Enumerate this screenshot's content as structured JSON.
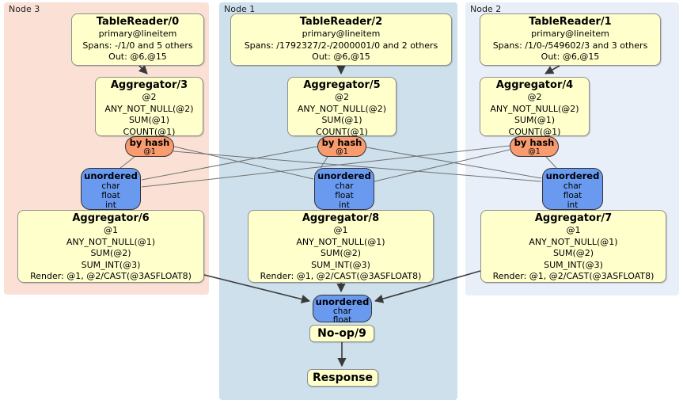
{
  "colors": {
    "node3_bg": "#fbe1d5",
    "node1_bg": "#cde0ec",
    "node2_bg": "#e9eff8",
    "processor_fill": "#ffffcc",
    "router_fill": "#f89b6e",
    "sync_fill": "#699af0",
    "edge": "#3a3a3a"
  },
  "regions": [
    {
      "label": "Node 3"
    },
    {
      "label": "Node 1"
    },
    {
      "label": "Node 2"
    }
  ],
  "processors": {
    "tablereader0": {
      "title": "TableReader/0",
      "lines": [
        "primary@lineitem",
        "Spans: -/1/0 and 5 others",
        "Out: @6,@15"
      ]
    },
    "tablereader2": {
      "title": "TableReader/2",
      "lines": [
        "primary@lineitem",
        "Spans: /1792327/2-/2000001/0 and 2 others",
        "Out: @6,@15"
      ]
    },
    "tablereader1": {
      "title": "TableReader/1",
      "lines": [
        "primary@lineitem",
        "Spans: /1/0-/549602/3 and 3 others",
        "Out: @6,@15"
      ]
    },
    "aggregator3": {
      "title": "Aggregator/3",
      "lines": [
        "@2",
        "ANY_NOT_NULL(@2)",
        "SUM(@1)",
        "COUNT(@1)"
      ]
    },
    "aggregator5": {
      "title": "Aggregator/5",
      "lines": [
        "@2",
        "ANY_NOT_NULL(@2)",
        "SUM(@1)",
        "COUNT(@1)"
      ]
    },
    "aggregator4": {
      "title": "Aggregator/4",
      "lines": [
        "@2",
        "ANY_NOT_NULL(@2)",
        "SUM(@1)",
        "COUNT(@1)"
      ]
    },
    "aggregator6": {
      "title": "Aggregator/6",
      "lines": [
        "@1",
        "ANY_NOT_NULL(@1)",
        "SUM(@2)",
        "SUM_INT(@3)",
        "Render: @1, @2/CAST(@3ASFLOAT8)"
      ]
    },
    "aggregator8": {
      "title": "Aggregator/8",
      "lines": [
        "@1",
        "ANY_NOT_NULL(@1)",
        "SUM(@2)",
        "SUM_INT(@3)",
        "Render: @1, @2/CAST(@3ASFLOAT8)"
      ]
    },
    "aggregator7": {
      "title": "Aggregator/7",
      "lines": [
        "@1",
        "ANY_NOT_NULL(@1)",
        "SUM(@2)",
        "SUM_INT(@3)",
        "Render: @1, @2/CAST(@3ASFLOAT8)"
      ]
    },
    "noop9": {
      "title": "No-op/9"
    },
    "response": {
      "title": "Response"
    }
  },
  "routers": {
    "hash3": {
      "title": "by hash",
      "sub": "@1"
    },
    "hash5": {
      "title": "by hash",
      "sub": "@1"
    },
    "hash4": {
      "title": "by hash",
      "sub": "@1"
    }
  },
  "syncs": {
    "unordered3": {
      "title": "unordered",
      "lines": [
        "char",
        "float",
        "int"
      ]
    },
    "unordered1": {
      "title": "unordered",
      "lines": [
        "char",
        "float",
        "int"
      ]
    },
    "unordered2": {
      "title": "unordered",
      "lines": [
        "char",
        "float",
        "int"
      ]
    },
    "unorderedFinal": {
      "title": "unordered",
      "lines": [
        "char",
        "float"
      ]
    }
  }
}
